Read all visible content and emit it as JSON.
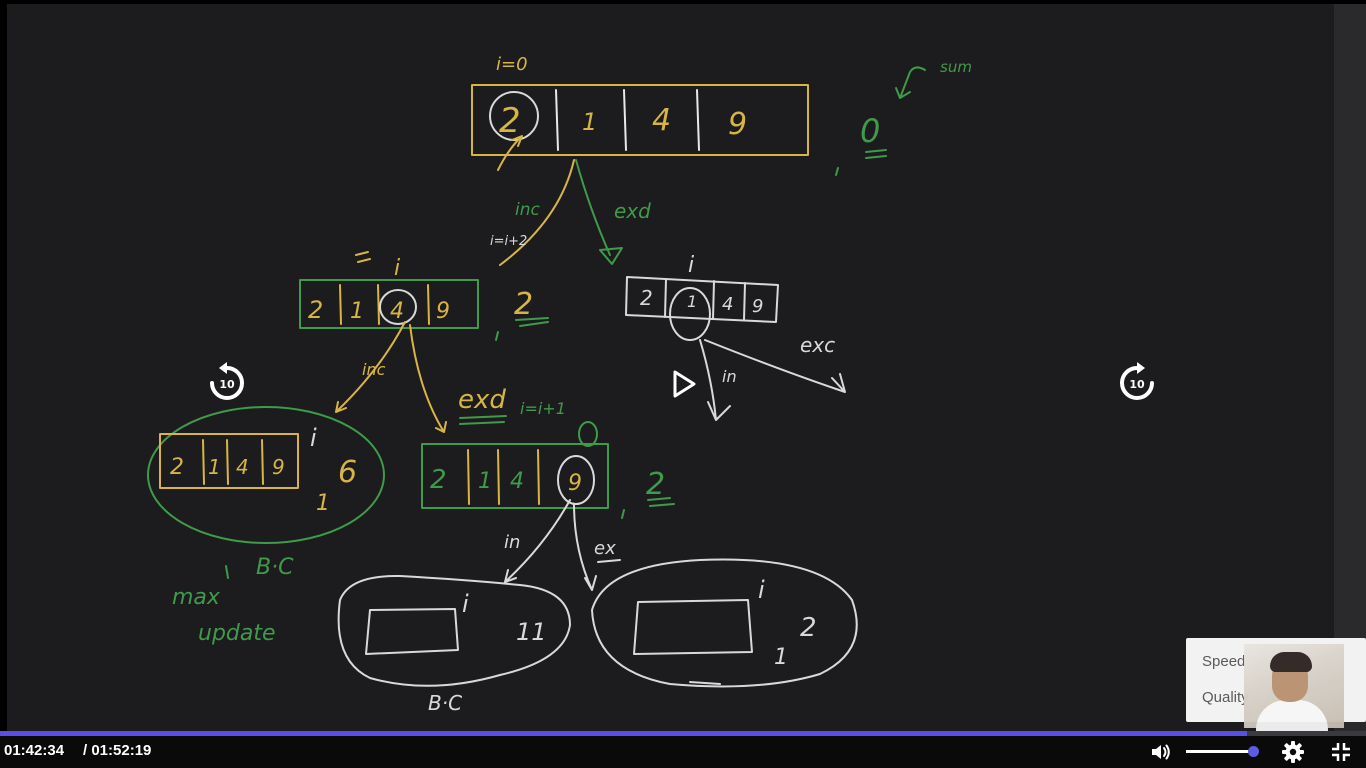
{
  "player": {
    "current_time": "01:42:34",
    "total_time": "/ 01:52:19",
    "progress_fraction": 0.913,
    "volume_fraction": 0.98,
    "accent_color": "#5850e6",
    "menu": {
      "speed_label": "Speed",
      "quality_label": "Quality"
    },
    "icons": {
      "play": "play-icon",
      "rewind": "rewind-10-icon",
      "forward": "forward-10-icon",
      "volume": "volume-icon",
      "settings": "gear-icon",
      "exit_fullscreen": "exit-fullscreen-icon"
    },
    "skip_seconds": "10"
  },
  "whiteboard": {
    "colors": {
      "yellow": "#d7b545",
      "green": "#3f9a4a",
      "white": "#d9d9d9",
      "background": "#1c1c1e"
    },
    "root": {
      "index_label": "i=0",
      "values": [
        "2",
        "1",
        "4",
        "9"
      ],
      "sum": "0",
      "sum_note": "sum"
    },
    "edge_labels": {
      "inc": "inc",
      "inc_rule": "i=i+2",
      "exc": "exd"
    },
    "left_node": {
      "index_label": "i",
      "values": [
        "2",
        "1",
        "4",
        "9"
      ],
      "sum": "2"
    },
    "right_node": {
      "index_label": "i",
      "values": [
        "2",
        "1",
        "4",
        "9"
      ],
      "in": "in",
      "exc": "exc"
    },
    "left_left_node": {
      "index_label": "i",
      "values": [
        "2",
        "1",
        "4",
        "9"
      ],
      "sum": "6",
      "index_mark": "1",
      "base_case": "B·C",
      "note_line1": "max",
      "note_line2": "update"
    },
    "left_right_node": {
      "index_label": "i",
      "values": [
        "2",
        "1",
        "4",
        "9"
      ],
      "sum": "2",
      "rule": "i=i+1",
      "exc": "exd",
      "in": "in",
      "ex": "ex"
    },
    "bottom_left_node": {
      "index_label": "i",
      "sum": "11",
      "base_case": "B·C"
    },
    "bottom_right_node": {
      "index_label": "i",
      "sum": "2",
      "index_mark": "1"
    }
  }
}
